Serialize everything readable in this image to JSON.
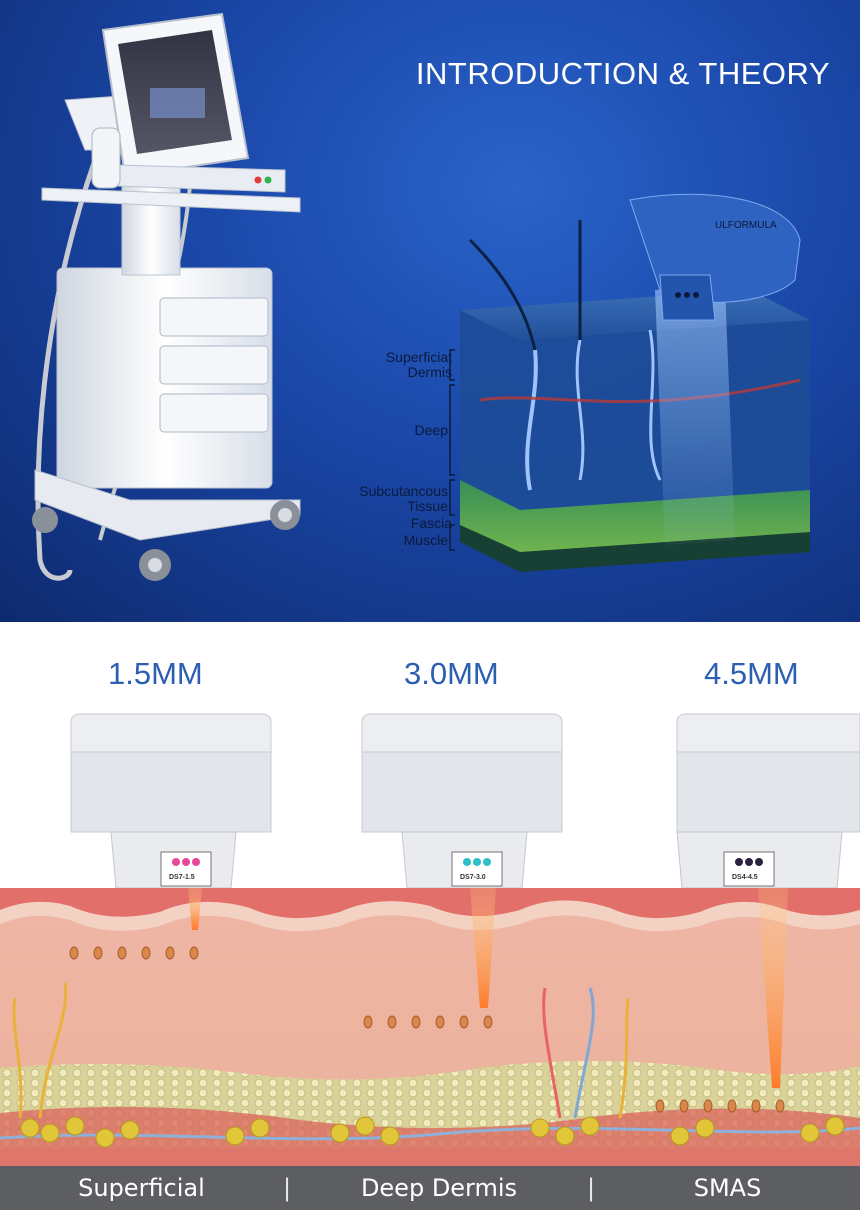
{
  "hero": {
    "title": "INTRODUCTION & THEORY",
    "device_brand": "ULFORMULA"
  },
  "skin_layers": [
    {
      "label": "Superficiat\nDermis"
    },
    {
      "label": "Deep"
    },
    {
      "label": "Subcutancous\nTissue"
    },
    {
      "label": "Fascia"
    },
    {
      "label": "Muscle"
    }
  ],
  "cartridges": [
    {
      "depth": "1.5MM",
      "code": "DS7-1.5",
      "dot_color": "#e8479a"
    },
    {
      "depth": "3.0MM",
      "code": "DS7-3.0",
      "dot_color": "#2fc0c9"
    },
    {
      "depth": "4.5MM",
      "code": "DS4-4.5",
      "dot_color": "#2a2240"
    }
  ],
  "zones": [
    "Superficial",
    "Deep Dermis",
    "SMAS"
  ],
  "colors": {
    "hero_bg": "#1a47a8",
    "depth_label": "#2c5fb1",
    "zone_bar": "#5d5e62"
  }
}
